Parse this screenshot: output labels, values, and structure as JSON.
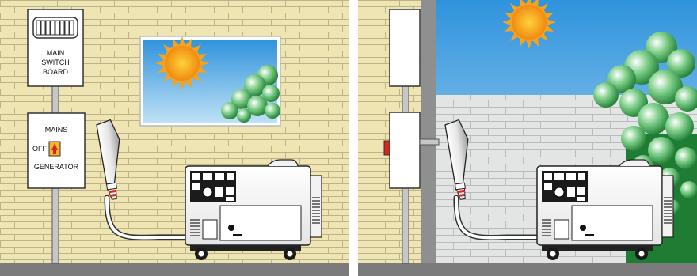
{
  "left_panel": {
    "switchboard_label_line1": "MAIN",
    "switchboard_label_line2": "SWITCH",
    "switchboard_label_line3": "BOARD",
    "changeover_title": "MAINS",
    "changeover_off": "OFF",
    "changeover_generator": "GENERATOR"
  },
  "colors": {
    "brick_wall": "#efe5b3",
    "mortar": "#bdb38a",
    "sky": "#6fb8ec",
    "sun": "#f5a21c",
    "foliage": "#2f9c43",
    "block_wall": "#e3e4e4",
    "ground": "#7b7b7b",
    "handle": "#f2b632",
    "red_indicator": "#d9261c"
  },
  "icons": [
    "sun-icon",
    "tree-icon",
    "generator-icon",
    "plug-icon",
    "changeover-switch-icon",
    "switchboard-icon"
  ]
}
